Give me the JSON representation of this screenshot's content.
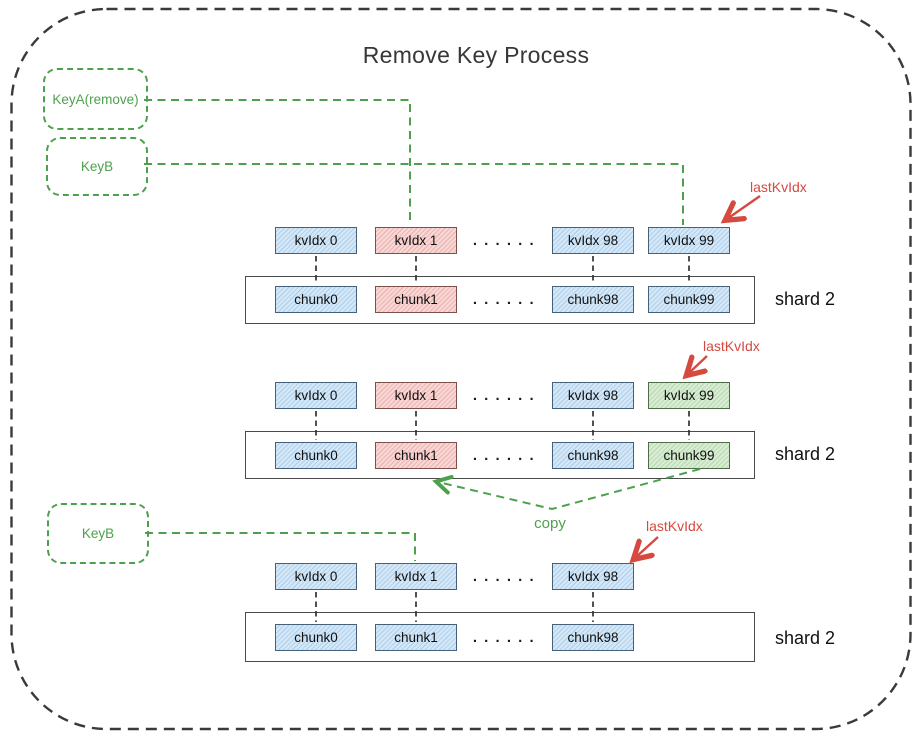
{
  "diagram": {
    "title": "Remove Key Process"
  },
  "keys": {
    "key_a": "KeyA(remove)",
    "key_b_top": "KeyB",
    "key_b_bottom": "KeyB"
  },
  "annotations": {
    "last_kv_idx": "lastKvIdx",
    "copy": "copy",
    "ellipsis": ". . . . . ."
  },
  "shards": [
    {
      "label": "shard 2",
      "kv": [
        {
          "label": "kvIdx 0",
          "variant": "blue"
        },
        {
          "label": "kvIdx 1",
          "variant": "pink"
        },
        {
          "label": "kvIdx 98",
          "variant": "blue"
        },
        {
          "label": "kvIdx 99",
          "variant": "blue"
        }
      ],
      "chunks": [
        {
          "label": "chunk0",
          "variant": "blue"
        },
        {
          "label": "chunk1",
          "variant": "pink"
        },
        {
          "label": "chunk98",
          "variant": "blue"
        },
        {
          "label": "chunk99",
          "variant": "blue"
        }
      ]
    },
    {
      "label": "shard 2",
      "kv": [
        {
          "label": "kvIdx 0",
          "variant": "blue"
        },
        {
          "label": "kvIdx 1",
          "variant": "pink"
        },
        {
          "label": "kvIdx 98",
          "variant": "blue"
        },
        {
          "label": "kvIdx 99",
          "variant": "green"
        }
      ],
      "chunks": [
        {
          "label": "chunk0",
          "variant": "blue"
        },
        {
          "label": "chunk1",
          "variant": "pink"
        },
        {
          "label": "chunk98",
          "variant": "blue"
        },
        {
          "label": "chunk99",
          "variant": "green"
        }
      ]
    },
    {
      "label": "shard 2",
      "kv": [
        {
          "label": "kvIdx 0",
          "variant": "blue"
        },
        {
          "label": "kvIdx 1",
          "variant": "blue"
        },
        {
          "label": "kvIdx 98",
          "variant": "blue"
        }
      ],
      "chunks": [
        {
          "label": "chunk0",
          "variant": "blue"
        },
        {
          "label": "chunk1",
          "variant": "blue"
        },
        {
          "label": "chunk98",
          "variant": "blue"
        }
      ]
    }
  ],
  "colors": {
    "green_accent": "#4da14d",
    "red_accent": "#d6493f",
    "blue_fill": "#d5e8f8",
    "pink_fill": "#f8d8d6",
    "green_fill": "#d9ecd4",
    "outline_dark": "#3a3a3a"
  }
}
